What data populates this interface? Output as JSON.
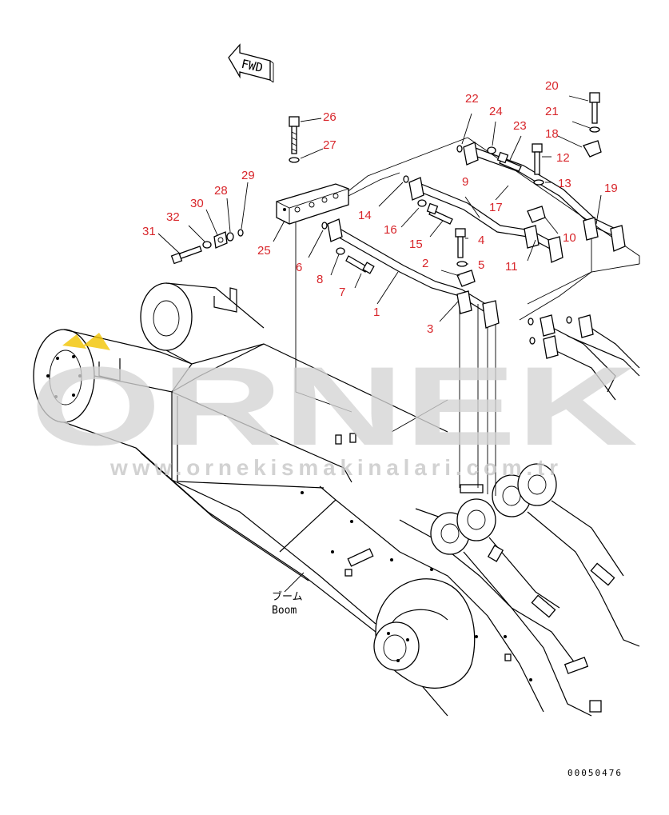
{
  "fwd_label": "FWD",
  "boom_label_jp": "ブーム",
  "boom_label_en": "Boom",
  "figure_code": "00050476",
  "watermark": {
    "brand": "ORNEK",
    "url": "www.ornekismakinalari.com.tr"
  },
  "callout_color": "#d8262b",
  "callouts": [
    "1",
    "2",
    "3",
    "4",
    "5",
    "6",
    "7",
    "8",
    "9",
    "10",
    "11",
    "12",
    "13",
    "14",
    "15",
    "16",
    "17",
    "18",
    "19",
    "20",
    "21",
    "22",
    "23",
    "24",
    "25",
    "26",
    "27",
    "28",
    "29",
    "30",
    "31",
    "32"
  ]
}
